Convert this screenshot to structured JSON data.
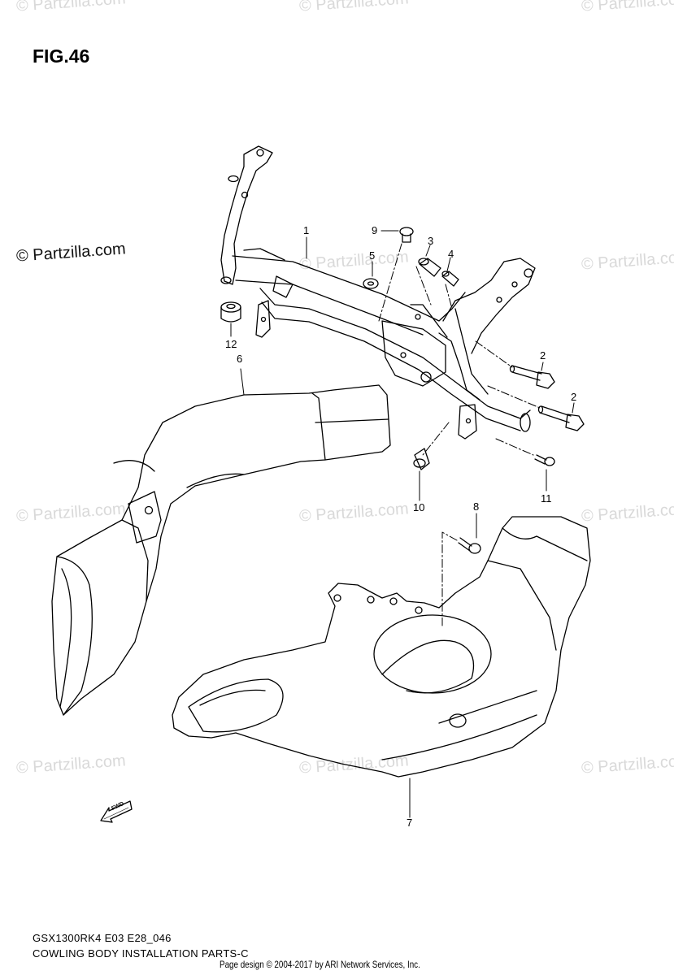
{
  "figure": {
    "title": "FIG.46",
    "brand_mark": "© Partzilla.com",
    "watermark_text": "© Partzilla.com",
    "fwd_label": "FWD"
  },
  "callouts": [
    {
      "id": "1",
      "label": "1"
    },
    {
      "id": "2a",
      "label": "2"
    },
    {
      "id": "2b",
      "label": "2"
    },
    {
      "id": "3",
      "label": "3"
    },
    {
      "id": "4",
      "label": "4"
    },
    {
      "id": "5",
      "label": "5"
    },
    {
      "id": "6",
      "label": "6"
    },
    {
      "id": "7",
      "label": "7"
    },
    {
      "id": "8",
      "label": "8"
    },
    {
      "id": "9",
      "label": "9"
    },
    {
      "id": "10",
      "label": "10"
    },
    {
      "id": "11",
      "label": "11"
    },
    {
      "id": "12",
      "label": "12"
    }
  ],
  "footer": {
    "model_code": "GSX1300RK4 E03 E28_046",
    "section_name": "COWLING BODY INSTALLATION PARTS-C",
    "credit": "Page design © 2004-2017 by ARI Network Services, Inc."
  },
  "colors": {
    "line": "#000000",
    "watermark": "#d9d9d9",
    "background": "#ffffff"
  }
}
